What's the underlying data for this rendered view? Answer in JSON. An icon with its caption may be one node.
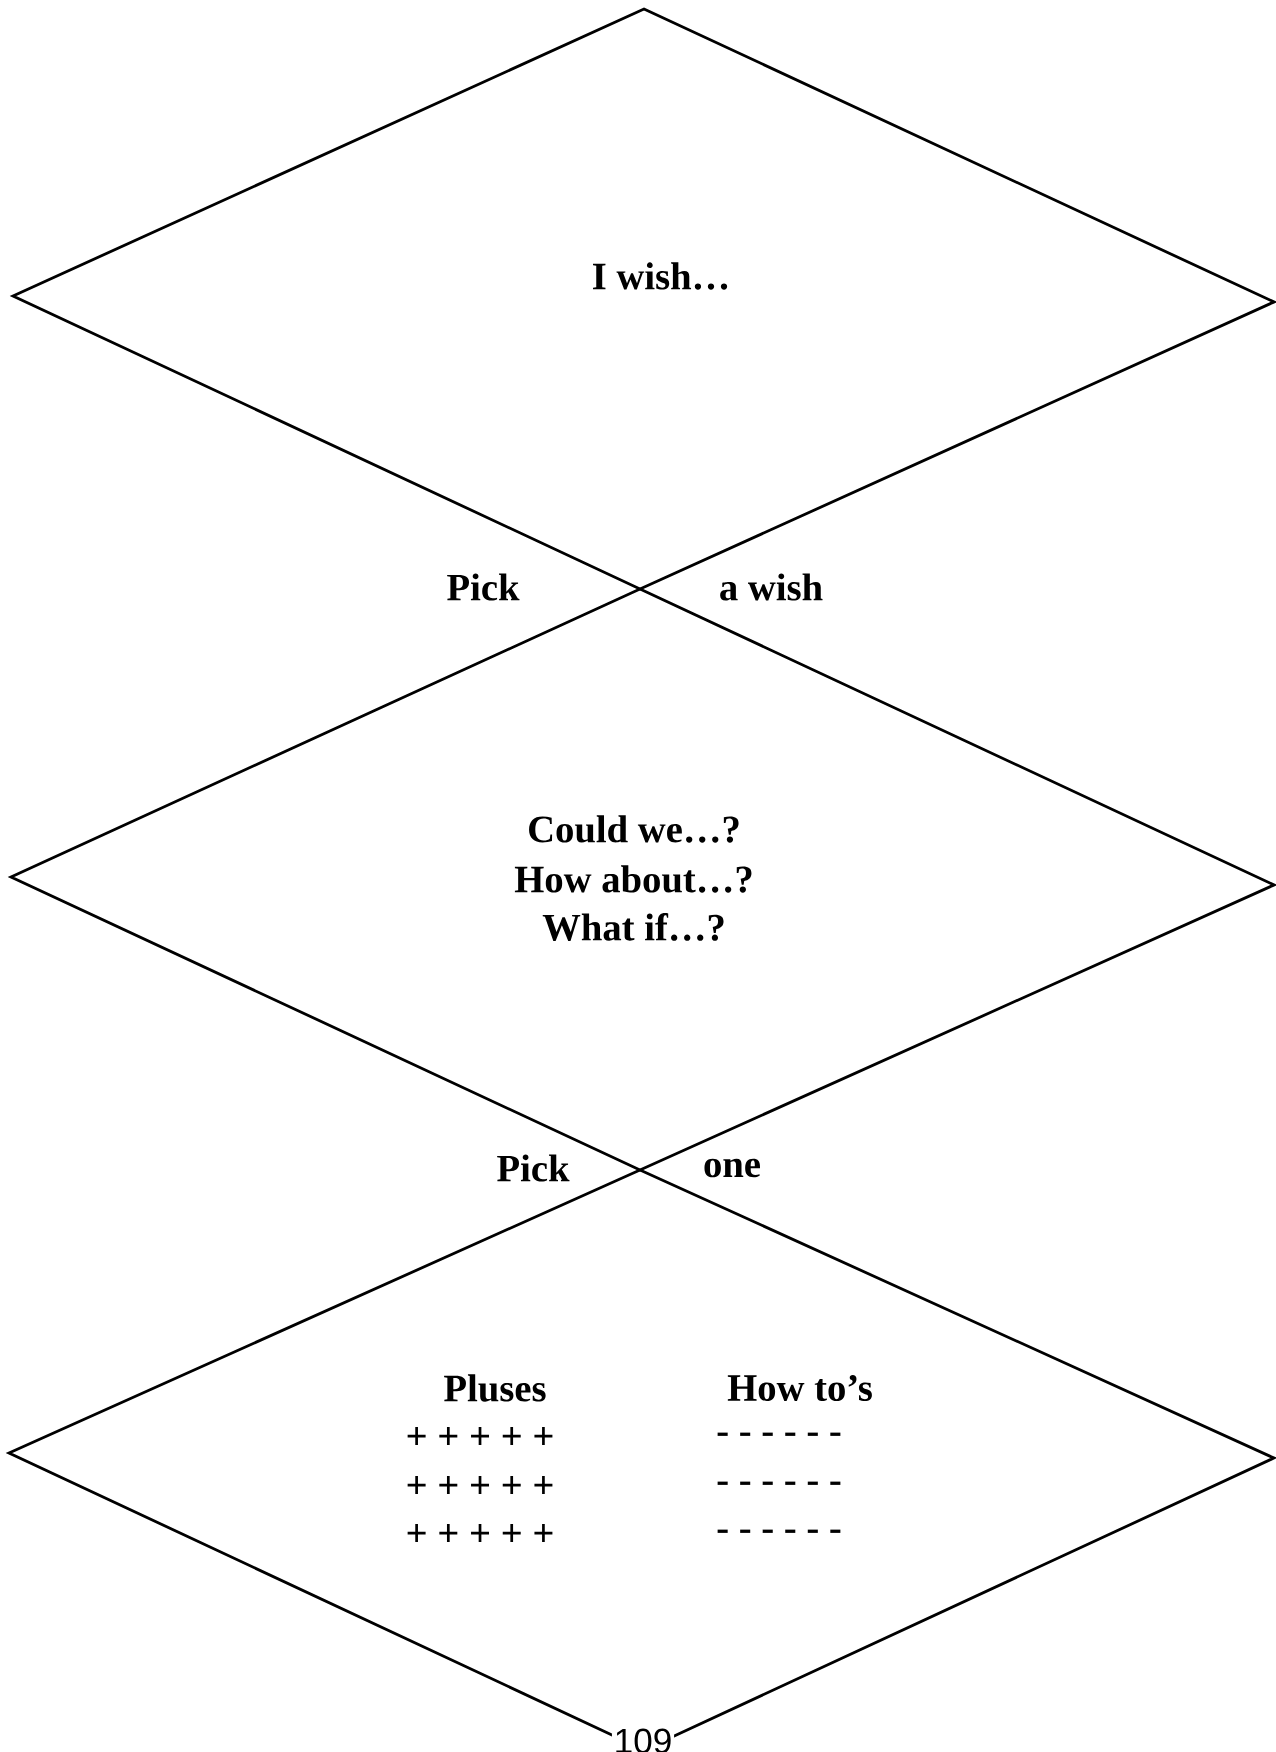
{
  "diagram": {
    "nodes": [
      {
        "text": [
          "I wish…"
        ]
      },
      {
        "text": [
          "Could we…?",
          "How about…?",
          "What if…?"
        ]
      },
      {
        "text": [
          "Pluses",
          "+ + + + +",
          "+ + + + +",
          "+ + + + +",
          "How to’s",
          "- - - - - -",
          "- - - - - -",
          "- - - - - -"
        ]
      }
    ],
    "labels": [
      "Pick",
      "a wish",
      "Pick",
      "one",
      "109"
    ]
  }
}
